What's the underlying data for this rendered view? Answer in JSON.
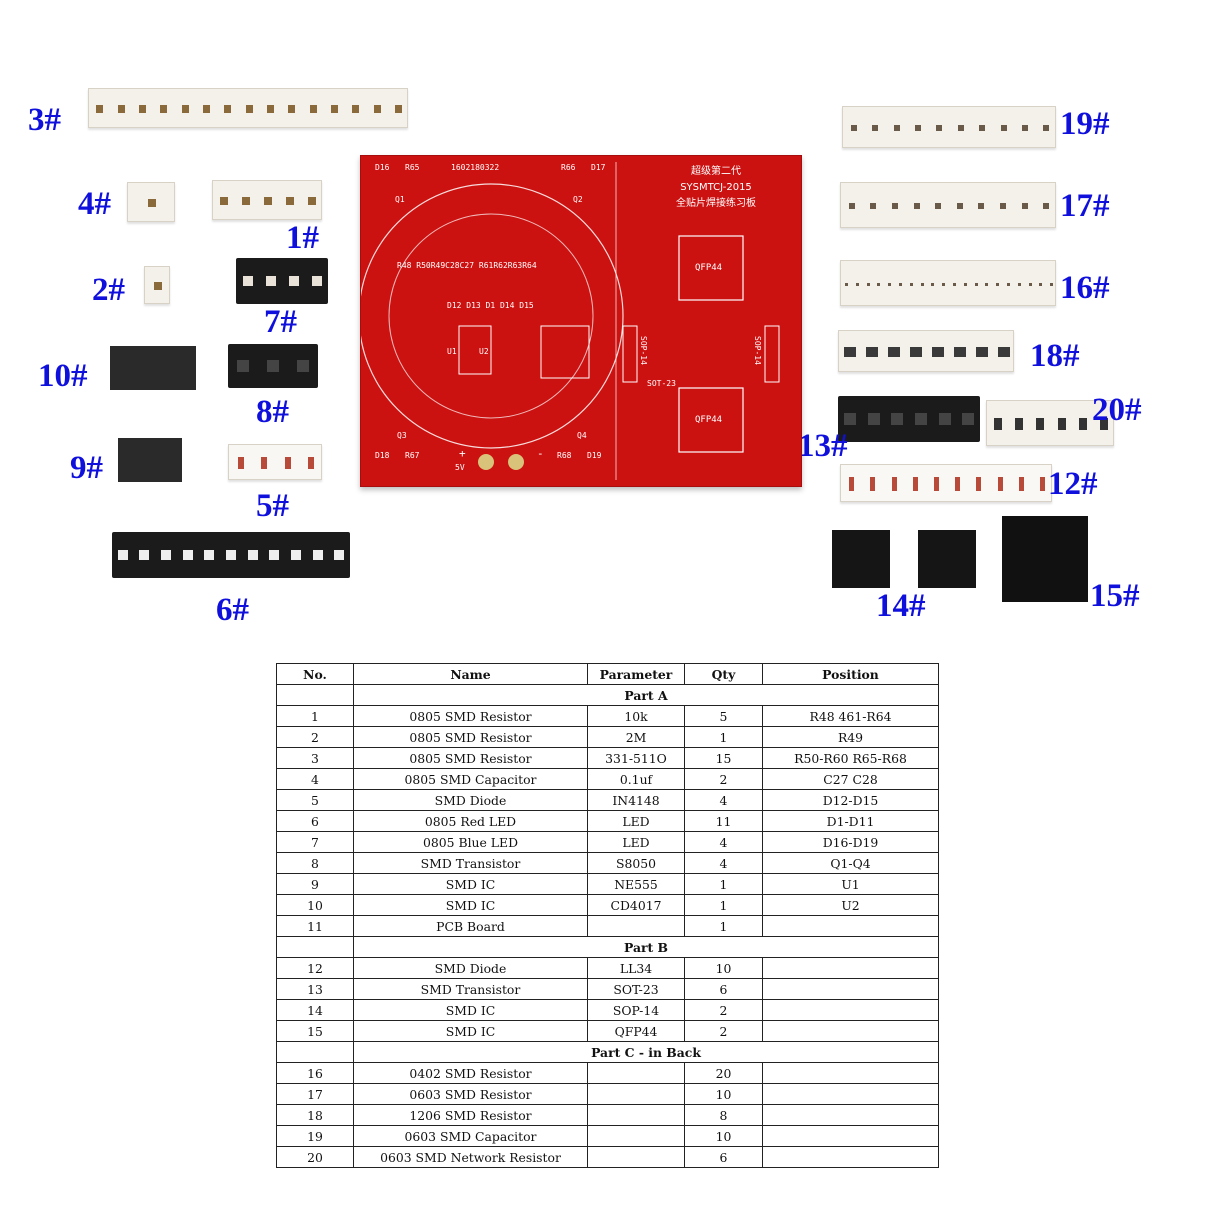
{
  "photo": {
    "part_labels": [
      "1#",
      "2#",
      "3#",
      "4#",
      "5#",
      "6#",
      "7#",
      "8#",
      "9#",
      "10#",
      "12#",
      "13#",
      "14#",
      "15#",
      "16#",
      "17#",
      "18#",
      "19#",
      "20#"
    ],
    "pcb": {
      "title_lines": [
        "超级第二代",
        "SYSMTCJ-2015",
        "全贴片焊接练习板"
      ],
      "code": "1602180322",
      "chips": [
        "QFP44",
        "QFP44"
      ],
      "labels": {
        "d16": "D16",
        "r65": "R65",
        "r66": "R66",
        "d17": "D17",
        "d18": "D18",
        "r67": "R67",
        "r68": "R68",
        "d19": "D19",
        "q1": "Q1",
        "q2": "Q2",
        "q3": "Q3",
        "q4": "Q4",
        "u1": "U1",
        "u2": "U2",
        "row": "R48 R50R49C28C27 R61R62R63R64",
        "diodes": "D12 D13 D1  D14 D15",
        "sop_left": "SOP-14",
        "sop_right": "SOP-14",
        "sot": "SOT-23",
        "plus": "+",
        "minus": "-",
        "volt": "5V"
      }
    }
  },
  "table": {
    "headers": [
      "No.",
      "Name",
      "Parameter",
      "Qty",
      "Position"
    ],
    "groups": [
      {
        "title": "Part A",
        "rows": [
          [
            "1",
            "0805 SMD Resistor",
            "10k",
            "5",
            "R48 461-R64"
          ],
          [
            "2",
            "0805 SMD Resistor",
            "2M",
            "1",
            "R49"
          ],
          [
            "3",
            "0805 SMD Resistor",
            "331-511O",
            "15",
            "R50-R60 R65-R68"
          ],
          [
            "4",
            "0805 SMD Capacitor",
            "0.1uf",
            "2",
            "C27 C28"
          ],
          [
            "5",
            "SMD Diode",
            "IN4148",
            "4",
            "D12-D15"
          ],
          [
            "6",
            "0805 Red LED",
            "LED",
            "11",
            "D1-D11"
          ],
          [
            "7",
            "0805 Blue LED",
            "LED",
            "4",
            "D16-D19"
          ],
          [
            "8",
            "SMD Transistor",
            "S8050",
            "4",
            "Q1-Q4"
          ],
          [
            "9",
            "SMD IC",
            "NE555",
            "1",
            "U1"
          ],
          [
            "10",
            "SMD IC",
            "CD4017",
            "1",
            "U2"
          ],
          [
            "11",
            "PCB Board",
            "",
            "1",
            ""
          ]
        ]
      },
      {
        "title": "Part B",
        "rows": [
          [
            "12",
            "SMD Diode",
            "LL34",
            "10",
            ""
          ],
          [
            "13",
            "SMD Transistor",
            "SOT-23",
            "6",
            ""
          ],
          [
            "14",
            "SMD IC",
            "SOP-14",
            "2",
            ""
          ],
          [
            "15",
            "SMD IC",
            "QFP44",
            "2",
            ""
          ]
        ]
      },
      {
        "title": "Part C - in Back",
        "rows": [
          [
            "16",
            "0402 SMD Resistor",
            "",
            "20",
            ""
          ],
          [
            "17",
            "0603 SMD Resistor",
            "",
            "10",
            ""
          ],
          [
            "18",
            "1206 SMD Resistor",
            "",
            "8",
            ""
          ],
          [
            "19",
            "0603 SMD Capacitor",
            "",
            "10",
            ""
          ],
          [
            "20",
            "0603 SMD Network Resistor",
            "",
            "6",
            ""
          ]
        ]
      }
    ]
  },
  "colors": {
    "label_blue": "#1010dd",
    "pcb_red": "#cc1111",
    "silkscreen": "#ffffff"
  }
}
